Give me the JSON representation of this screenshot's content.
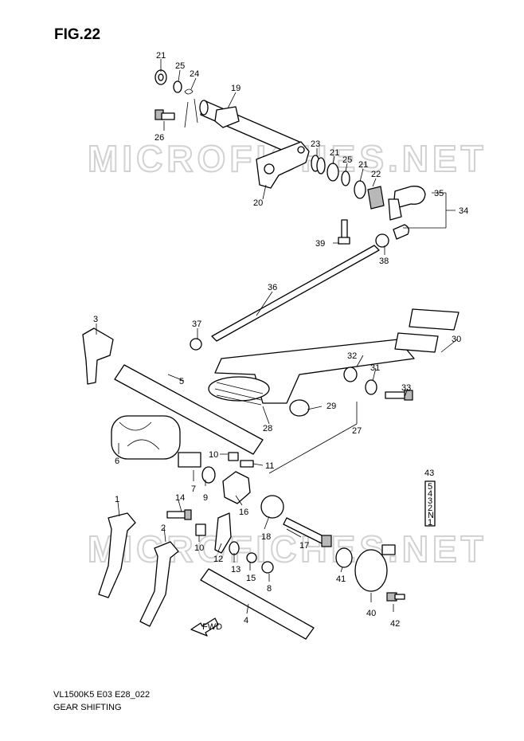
{
  "figure": {
    "title": "FIG.22"
  },
  "caption": {
    "code": "VL1500K5 E03 E28_022",
    "name": "GEAR SHIFTING"
  },
  "watermark": "MICROFICHES.NET",
  "fwd_label": "FWD",
  "gear_stack": [
    "5",
    "4",
    "3",
    "2",
    "N",
    "1"
  ],
  "callouts": [
    "21",
    "25",
    "24",
    "19",
    "26",
    "23",
    "21",
    "25",
    "21",
    "22",
    "35",
    "34",
    "20",
    "39",
    "38",
    "36",
    "37",
    "3",
    "32",
    "30",
    "31",
    "33",
    "5",
    "29",
    "27",
    "28",
    "10",
    "11",
    "6",
    "7",
    "9",
    "14",
    "16",
    "18",
    "17",
    "1",
    "2",
    "10",
    "12",
    "13",
    "15",
    "8",
    "41",
    "40",
    "42",
    "4",
    "43"
  ]
}
